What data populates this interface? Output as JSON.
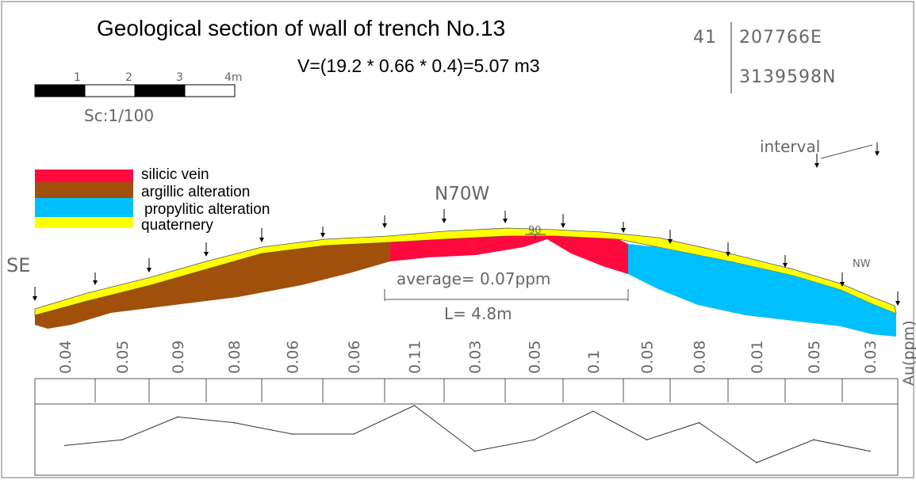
{
  "title": "Geological section of wall of trench No.13",
  "volume_formula": "V=(19.2 * 0.66 * 0.4)=5.07 m3",
  "coordinates": {
    "zone": "41",
    "easting": "207766E",
    "northing": "3139598N"
  },
  "scale_bar": {
    "ticks": [
      "1",
      "2",
      "3",
      "4m"
    ],
    "caption": "Sc:1/100"
  },
  "interval_label": "interval",
  "legend": [
    {
      "label": "silicic vein",
      "color": "#ff0a3f"
    },
    {
      "label": "argillic alteration",
      "color": "#a0500a"
    },
    {
      "label": "propylitic alteration",
      "color": "#00bfff"
    },
    {
      "label": "quaternery",
      "color": "#ffff00"
    }
  ],
  "orientation": "N70W",
  "dip_value": "90",
  "end_labels": {
    "left": "SE",
    "right": "NW"
  },
  "average_label": "average= 0.07ppm",
  "length_label": "L= 4.8m",
  "au_label": "Au(ppm)",
  "samples": [
    "0.04",
    "0.05",
    "0.09",
    "0.08",
    "0.06",
    "0.06",
    "0.11",
    "0.03",
    "0.05",
    "0.1",
    "0.05",
    "0.08",
    "0.01",
    "0.05",
    "0.03"
  ],
  "chart_data": {
    "type": "line",
    "x": [
      "0.04",
      "0.05",
      "0.09",
      "0.08",
      "0.06",
      "0.06",
      "0.11",
      "0.03",
      "0.05",
      "0.1",
      "0.05",
      "0.08",
      "0.01",
      "0.05",
      "0.03"
    ],
    "values": [
      0.04,
      0.05,
      0.09,
      0.08,
      0.06,
      0.06,
      0.11,
      0.03,
      0.05,
      0.1,
      0.05,
      0.08,
      0.01,
      0.05,
      0.03
    ],
    "ylabel": "Au(ppm)"
  }
}
